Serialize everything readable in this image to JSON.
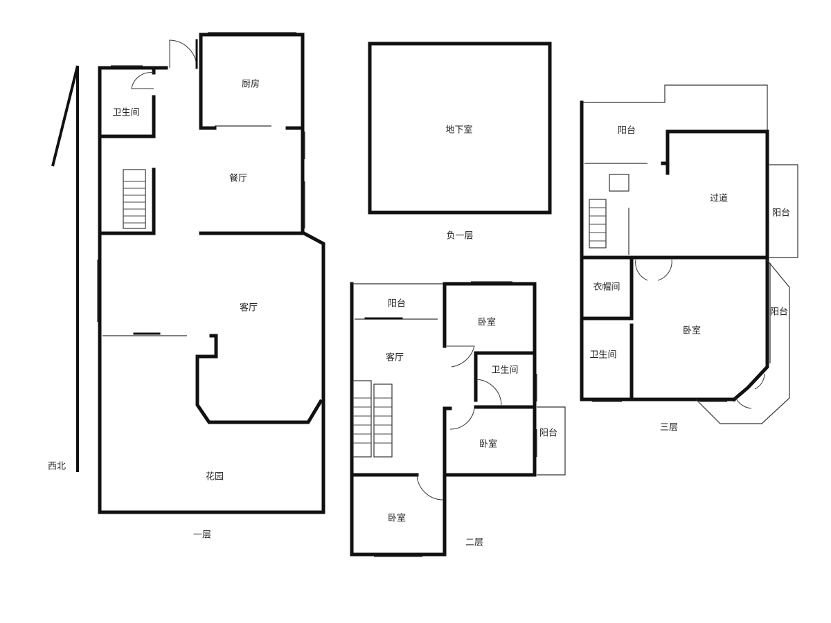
{
  "compass": "西北",
  "floors": {
    "f1": {
      "label": "一层",
      "rooms": {
        "bathroom": "卫生间",
        "kitchen": "厨房",
        "dining": "餐厅",
        "living": "客厅",
        "garden": "花园"
      }
    },
    "b1": {
      "label": "负一层",
      "rooms": {
        "basement": "地下室"
      }
    },
    "f2": {
      "label": "二层",
      "rooms": {
        "balcony": "阳台",
        "living": "客厅",
        "bedroom1": "卧室",
        "bathroom": "卫生间",
        "bedroom2": "卧室",
        "balcony2": "阳台",
        "bedroom3": "卧室"
      }
    },
    "f3": {
      "label": "三层",
      "rooms": {
        "balcony1": "阳台",
        "corridor": "过道",
        "balcony2": "阳台",
        "cloakroom": "衣帽间",
        "bedroom": "卧室",
        "balcony3": "阳台",
        "bathroom": "卫生间"
      }
    }
  }
}
